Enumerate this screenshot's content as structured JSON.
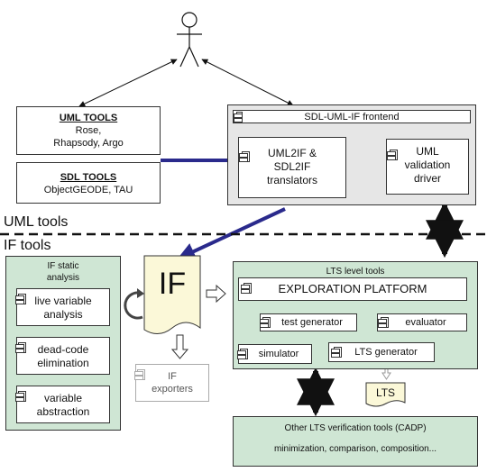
{
  "uml_tools": {
    "title": "UML TOOLS",
    "items": [
      "Rose,",
      "Rhapsody, Argo"
    ]
  },
  "sdl_tools": {
    "title": "SDL TOOLS",
    "items": [
      "ObjectGEODE, TAU"
    ]
  },
  "frontend": {
    "title": "SDL-UML-IF frontend",
    "translators": [
      "UML2IF &",
      "SDL2IF",
      "translators"
    ],
    "validation_driver": [
      "UML",
      "validation",
      "driver"
    ]
  },
  "section_labels": {
    "uml": "UML tools",
    "if": "IF tools"
  },
  "static_analysis": {
    "title": [
      "IF static",
      "analysis"
    ],
    "items": [
      [
        "live variable",
        "analysis"
      ],
      [
        "dead-code",
        "elimination"
      ],
      [
        "variable",
        "abstraction"
      ]
    ]
  },
  "if_doc": {
    "label": "IF"
  },
  "if_exporters": [
    "IF",
    "exporters"
  ],
  "lts_level": {
    "title": "LTS level tools",
    "exploration": "EXPLORATION PLATFORM",
    "test_generator": "test generator",
    "evaluator": "evaluator",
    "simulator": "simulator",
    "lts_generator": "LTS generator"
  },
  "lts_doc": {
    "label": "LTS"
  },
  "other_tools": {
    "title": "Other LTS verification tools (CADP)",
    "subtitle": "minimization, comparison, composition..."
  },
  "colors": {
    "arrow_blue": "#2a2a8c",
    "green_fill": "#cfe6d4",
    "gray_fill": "#e6e6e6",
    "doc_fill": "#fbf8d8"
  }
}
